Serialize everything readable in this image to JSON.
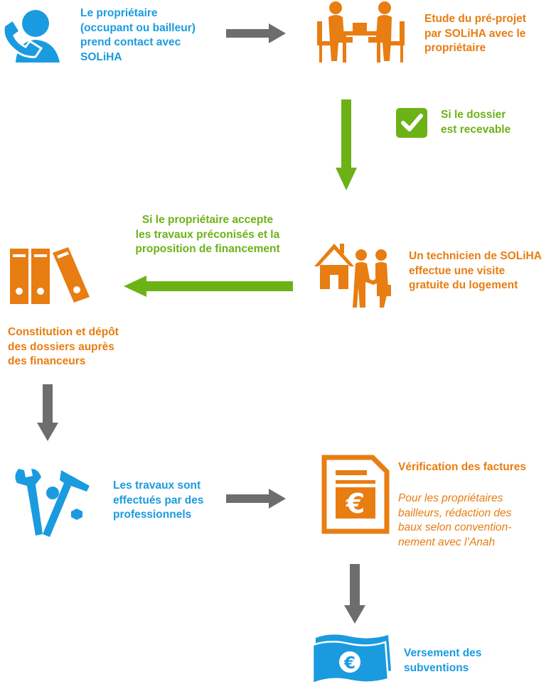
{
  "colors": {
    "blue": "#1a9be0",
    "orange": "#e87d12",
    "green": "#6cb217",
    "gray": "#6d6d6d"
  },
  "steps": [
    {
      "icon": "phone-contact-icon",
      "lines": [
        "Le propriétaire",
        "(occupant ou bailleur)",
        "prend contact avec",
        "SOLiHA"
      ]
    },
    {
      "icon": "meeting-desk-icon",
      "lines": [
        "Etude du pré-projet",
        "par SOLiHA avec le",
        "propriétaire"
      ]
    },
    {
      "icon": "house-handshake-icon",
      "lines": [
        "Un technicien de SOLiHA",
        "effectue une visite",
        "gratuite du logement"
      ]
    },
    {
      "icon": "binders-icon",
      "lines": [
        "Constitution et dépôt",
        "des dossiers auprès",
        "des financeurs"
      ]
    },
    {
      "icon": "tools-icon",
      "lines": [
        "Les travaux sont",
        "effectués par des",
        "professionnels"
      ]
    },
    {
      "icon": "invoice-euro-icon",
      "title": "Vérification des factures",
      "note_lines": [
        "Pour les propriétaires",
        "bailleurs, rédaction des",
        "baux selon convention-",
        "nement avec l’Anah"
      ]
    },
    {
      "icon": "banknote-euro-icon",
      "lines": [
        "Versement des",
        "subventions"
      ]
    }
  ],
  "conditions": {
    "recevable": [
      "Si le dossier",
      "est recevable"
    ],
    "accepte": [
      "Si le propriétaire accepte",
      "les travaux préconisés et la",
      "proposition de financement"
    ]
  }
}
